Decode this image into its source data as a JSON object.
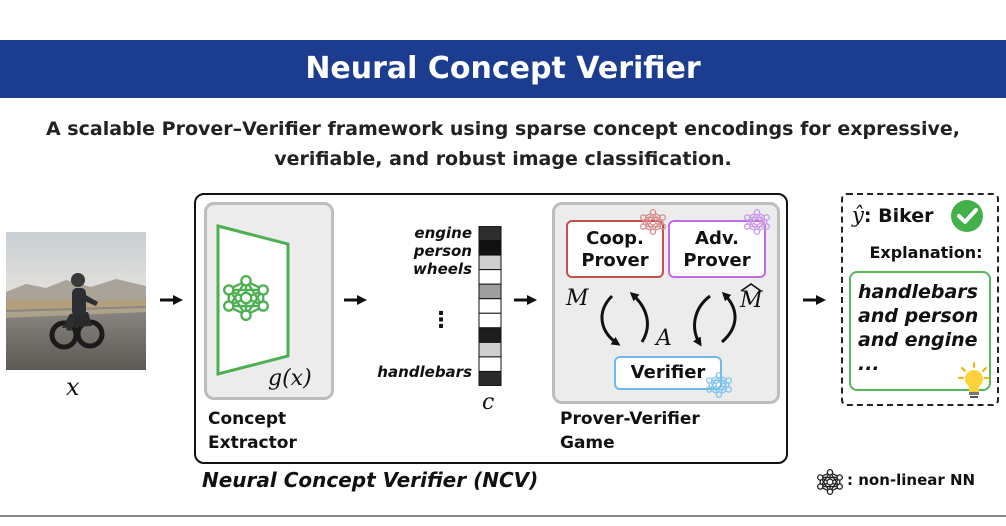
{
  "title": "Neural Concept Verifier",
  "subtitle": {
    "line1": "A scalable Prover–Verifier framework using sparse concept encodings for expressive,",
    "line2": "verifiable, and robust image classification."
  },
  "input": {
    "symbol": "x",
    "image": "person-on-motorcycle-photo"
  },
  "concept_extractor": {
    "function": "g(x)",
    "label_line1": "Concept",
    "label_line2": "Extractor",
    "icon": "neural-network-icon"
  },
  "concepts": {
    "items": [
      "engine",
      "person",
      "wheels"
    ],
    "ellipsis": "⋮",
    "last": "handlebars",
    "vector_symbol": "c",
    "vector_cells": [
      "#2e2e2e",
      "#111111",
      "#cfcfcf",
      "#ffffff",
      "#9e9e9e",
      "#ffffff",
      "#ffffff",
      "#1e1e1e",
      "#cfcfcf",
      "#ffffff",
      "#2a2a2a"
    ]
  },
  "game": {
    "coop_line1": "Coop.",
    "coop_line2": "Prover",
    "adv_line1": "Adv.",
    "adv_line2": "Prover",
    "verifier": "Verifier",
    "coop_symbol": "M",
    "adv_symbol": "M",
    "answer_symbol": "A",
    "label_line1": "Prover-Verifier",
    "label_line2": "Game"
  },
  "framework_caption": "Neural Concept Verifier (NCV)",
  "output": {
    "yhat_symbol": "ŷ",
    "yhat_label": "Biker",
    "explanation_label": "Explanation:",
    "explanation_lines": [
      "handlebars",
      "and person",
      "and engine",
      "..."
    ]
  },
  "legend": {
    "text": ": non-linear NN",
    "icon": "neural-network-icon"
  },
  "colors": {
    "title_bar": "#1c3d8f",
    "extractor": "#4caf50",
    "coop": "#c2504f",
    "adv": "#c06be0",
    "verifier": "#6fb9e8",
    "check": "#43b049",
    "explanation_border": "#58b95a"
  }
}
